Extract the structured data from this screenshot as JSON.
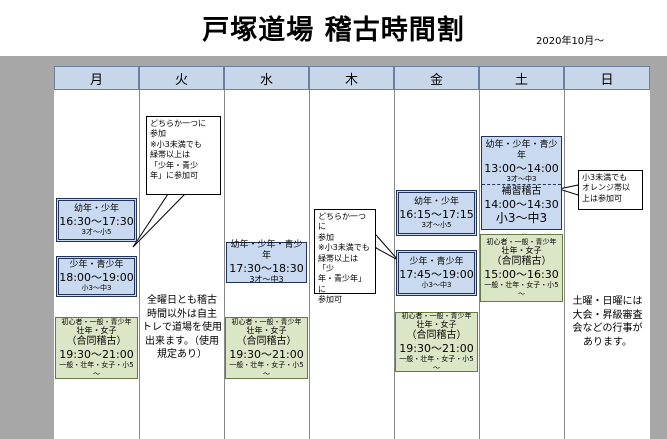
{
  "header": {
    "title": "戸塚道場 稽古時間割",
    "since": "2020年10月～"
  },
  "days": [
    "月",
    "火",
    "水",
    "木",
    "金",
    "土",
    "日"
  ],
  "mon": {
    "kids": {
      "group": "幼年・少年",
      "time": "16:30～17:30",
      "age": "3才～小5"
    },
    "youth": {
      "group": "少年・青少年",
      "time": "18:00～19:00",
      "age": "小3～中3"
    },
    "joint": {
      "group": "初心者・一般・青少年",
      "sub": "壮年・女子",
      "label": "（合同稽古）",
      "time": "19:30～21:00",
      "age": "一般・壮年・女子・小5～"
    }
  },
  "tue": {
    "note": [
      "どちらか一つに",
      "参加",
      "※小3未満でも",
      "緑帯以上は",
      "「少年・青少",
      "年」に参加可"
    ],
    "free": [
      "全曜日とも稽古",
      "時間以外は自主",
      "トレで道場を使用",
      "出来ます。（使用",
      "規定あり）"
    ]
  },
  "wed": {
    "kids": {
      "group": "幼年・少年・青少年",
      "time": "17:30～18:30",
      "age": "3才～中3"
    },
    "joint": {
      "group": "初心者・一般・青少年",
      "sub": "壮年・女子",
      "label": "（合同稽古）",
      "time": "19:30～21:00",
      "age": "一般・壮年・女子・小5～"
    }
  },
  "thu": {
    "note": [
      "どちらか一つに",
      "参加",
      "※小3未満でも",
      "緑帯以上は「少",
      "年・青少年」に",
      "参加可"
    ]
  },
  "fri": {
    "kids": {
      "group": "幼年・少年",
      "time": "16:15～17:15",
      "age": "3才～小5"
    },
    "youth": {
      "group": "少年・青少年",
      "time": "17:45～19:00",
      "age": "小3～中3"
    },
    "joint": {
      "group": "初心者・一般・青少年",
      "sub": "壮年・女子",
      "label": "（合同稽古）",
      "time": "19:30～21:00",
      "age": "一般・壮年・女子・小5～"
    }
  },
  "sat": {
    "kids": {
      "group": "幼年・少年・青少年",
      "time": "13:00～14:00",
      "age": "3才～中3"
    },
    "extra": {
      "label": "補習稽古",
      "time": "14:00～14:30",
      "age": "小3～中3"
    },
    "note": [
      "小3未満でも",
      "オレンジ帯以",
      "上は参加可"
    ],
    "joint": {
      "group": "初心者・一般・青少年",
      "sub": "壮年・女子",
      "label": "（合同稽古）",
      "time": "15:00～16:30",
      "age": "一般・壮年・女子・小5～"
    }
  },
  "sun": {
    "note": [
      "土曜・日曜には",
      "大会・昇級審査",
      "会などの行事が",
      "あります。"
    ]
  }
}
